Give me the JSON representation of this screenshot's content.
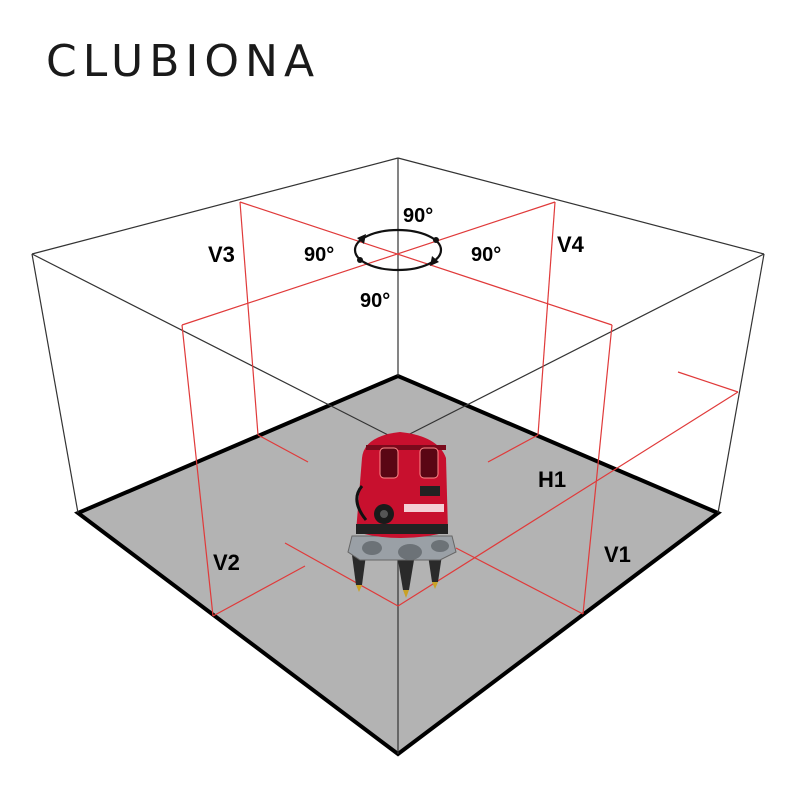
{
  "brand": {
    "name": "CLUBIONA"
  },
  "colors": {
    "laser": "#e03a3a",
    "frame": "#333333",
    "floor": "#b3b3b3",
    "floor_edge": "#000000",
    "device_body": "#c8102e",
    "device_base": "#9aa0a6"
  },
  "labels": {
    "v1": "V1",
    "v2": "V2",
    "v3": "V3",
    "v4": "V4",
    "h1": "H1",
    "angle_top": "90°",
    "angle_left": "90°",
    "angle_right": "90°",
    "angle_bottom": "90°"
  },
  "icons": {
    "rotation": "circular-arrows-icon",
    "device": "laser-level-icon"
  }
}
